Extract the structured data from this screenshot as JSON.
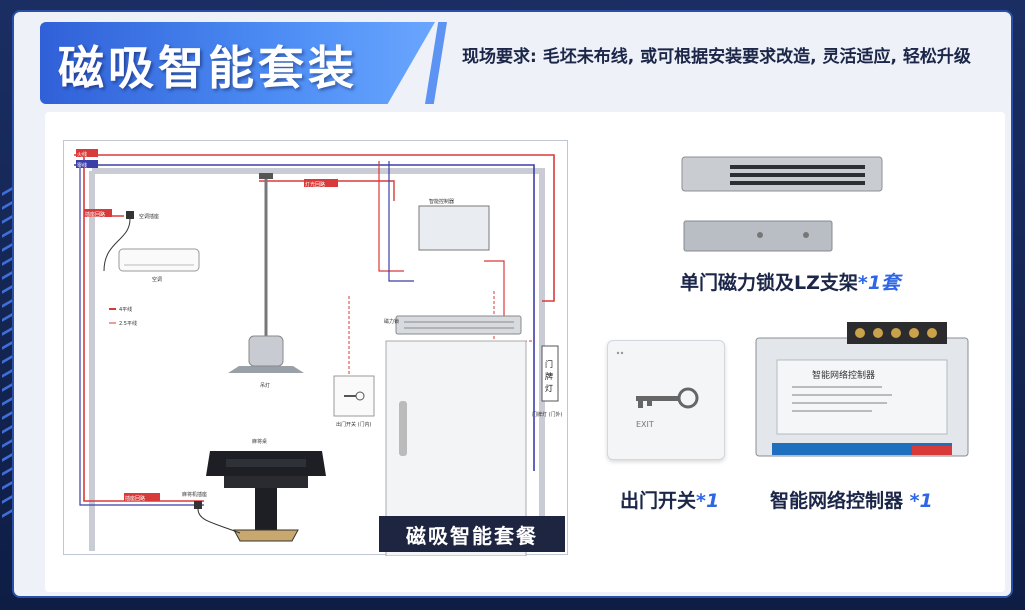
{
  "header": {
    "title": "磁吸智能套装",
    "subtitle": "现场要求: 毛坯未布线, 或可根据安装要求改造, 灵活适应, 轻松升级"
  },
  "diagram": {
    "label": "磁吸智能套餐",
    "tags": {
      "live_line": "火线",
      "neutral_line": "零线",
      "panel_a": "空调插座",
      "panel_b": "麻将机插座",
      "controller": "智能控制器",
      "maglock": "磁力锁",
      "door_light": "门牌灯",
      "door_light_small": "门牌灯 (门外)",
      "exit_switch": "出门开关 (门内)",
      "ac": "空调",
      "pendant": "吊灯",
      "table": "麻将桌",
      "legend_a": "4平线",
      "legend_b": "2.5平线",
      "circuit_a": "插座回路",
      "circuit_b": "灯光回路",
      "socket_label": "麻将机插座"
    }
  },
  "products": {
    "lock": {
      "name": "单门磁力锁及LZ支架",
      "qty": "*1套"
    },
    "exit": {
      "name": "出门开关",
      "qty": "*1",
      "panel_text": "EXIT"
    },
    "controller": {
      "name": "智能网络控制器 ",
      "qty": "*1",
      "panel_text": "智能网络控制器"
    }
  },
  "colors": {
    "accent": "#2e66e6",
    "title_bg": "#4c8cf4",
    "wire_red": "#d83a3a",
    "wire_blue": "#3b3fa8",
    "frame_bg": "#0e1d44"
  }
}
